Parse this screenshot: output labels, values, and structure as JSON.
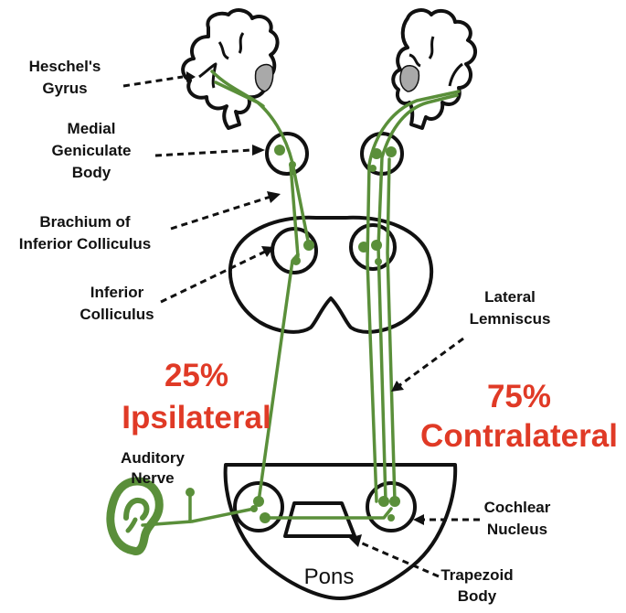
{
  "colors": {
    "pathway": "#5a8f3a",
    "highlight": "#e03a26",
    "ink": "#111111",
    "ventricle": "#a9a9a9"
  },
  "labels": {
    "heschel_line1": "Heschel's",
    "heschel_line2": "Gyrus",
    "medial_line1": "Medial",
    "medial_line2": "Geniculate",
    "medial_line3": "Body",
    "brachium_line1": "Brachium of",
    "brachium_line2": "Inferior Colliculus",
    "inferior_line1": "Inferior",
    "inferior_line2": "Colliculus",
    "lateral_line1": "Lateral",
    "lateral_line2": "Lemniscus",
    "auditory_line1": "Auditory",
    "auditory_line2": "Nerve",
    "cochlear_line1": "Cochlear",
    "cochlear_line2": "Nucleus",
    "trapezoid_line1": "Trapezoid",
    "trapezoid_line2": "Body",
    "pons": "Pons"
  },
  "ipsilateral": {
    "percent": "25%",
    "label": "Ipsilateral"
  },
  "contralateral": {
    "percent": "75%",
    "label": "Contralateral"
  }
}
